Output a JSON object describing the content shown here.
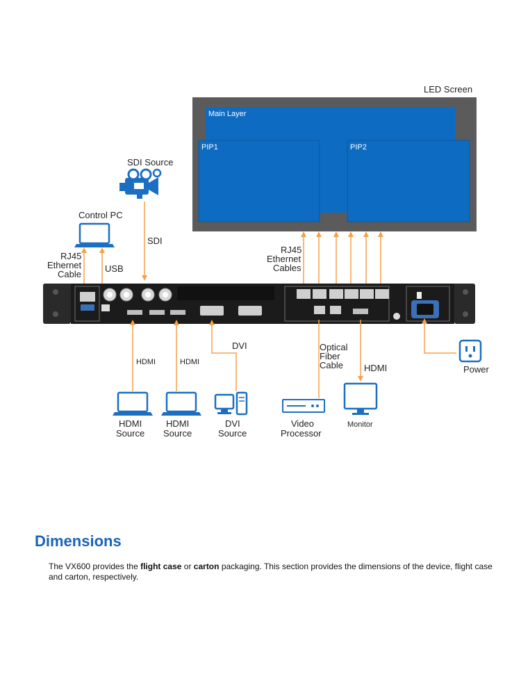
{
  "diagram": {
    "led_screen": {
      "title": "LED Screen",
      "main_layer": "Main Layer",
      "pip1": "PIP1",
      "pip2": "PIP2"
    },
    "inputs": {
      "sdi_source": "SDI Source",
      "sdi_cable": "SDI",
      "control_pc": "Control PC",
      "rj45_left": [
        "RJ45",
        "Ethernet",
        "Cable"
      ],
      "usb": "USB",
      "hdmi_cable_1": "HDMI",
      "hdmi_cable_2": "HDMI",
      "dvi_cable": "DVI",
      "hdmi_source_1": [
        "HDMI",
        "Source"
      ],
      "hdmi_source_2": [
        "HDMI",
        "Source"
      ],
      "dvi_source": [
        "DVI",
        "Source"
      ]
    },
    "outputs": {
      "rj45_right": [
        "RJ45",
        "Ethernet",
        "Cables"
      ],
      "optical": [
        "Optical",
        "Fiber",
        "Cable"
      ],
      "video_processor": [
        "Video",
        "Processor"
      ],
      "hdmi_out_cable": "HDMI",
      "monitor": "Monitor",
      "power": "Power"
    },
    "colors": {
      "cable": "#f5a04a",
      "screen_blue": "#0d6bc1",
      "screen_frame": "#5b5b5b",
      "icon_blue": "#1c6fc0"
    }
  },
  "dimensions": {
    "heading": "Dimensions",
    "text_1": "The VX600 provides the ",
    "bold_1": "flight case",
    "text_2": " or ",
    "bold_2": "carton",
    "text_3": " packaging. This section provides the dimensions of the device, flight case and carton, respectively."
  }
}
